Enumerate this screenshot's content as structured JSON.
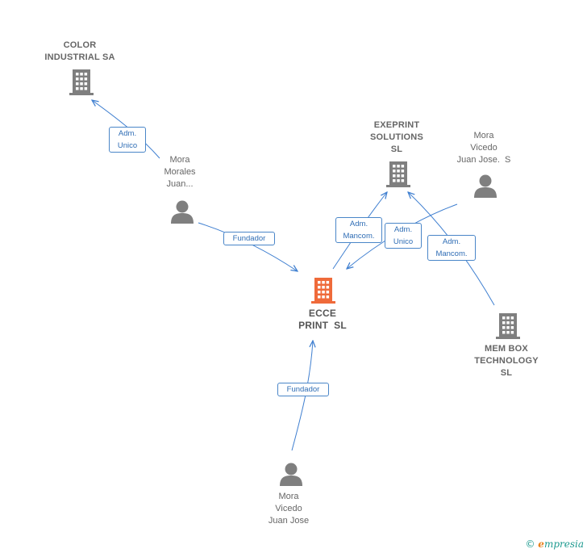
{
  "nodes": {
    "color_industrial": {
      "label": "COLOR\nINDUSTRIAL SA",
      "icon": "building-icon",
      "color": "#7f7f7f"
    },
    "exeprint": {
      "label": "EXEPRINT\nSOLUTIONS\nSL",
      "icon": "building-icon",
      "color": "#7f7f7f"
    },
    "ecce_print": {
      "label": "ECCE\nPRINT  SL",
      "icon": "building-icon",
      "color": "#ef6a3a"
    },
    "mem_box": {
      "label": "MEM BOX\nTECHNOLOGY\nSL",
      "icon": "building-icon",
      "color": "#7f7f7f"
    },
    "mora_morales": {
      "label": "Mora\nMorales\nJuan...",
      "icon": "person-icon",
      "color": "#7f7f7f"
    },
    "mora_vicedo_s": {
      "label": "Mora\nVicedo\nJuan Jose.  S",
      "icon": "person-icon",
      "color": "#7f7f7f"
    },
    "mora_vicedo": {
      "label": "Mora\nVicedo\nJuan Jose",
      "icon": "person-icon",
      "color": "#7f7f7f"
    }
  },
  "edges": [
    {
      "id": "mora_morales_to_color",
      "label": "Adm.\nUnico"
    },
    {
      "id": "mora_morales_to_ecce",
      "label": "Fundador"
    },
    {
      "id": "ecce_to_exeprint",
      "label": "Adm.\nMancom."
    },
    {
      "id": "mora_vicedo_s_to_ecce",
      "label": "Adm.\nUnico"
    },
    {
      "id": "mem_box_to_exeprint",
      "label": "Adm.\nMancom."
    },
    {
      "id": "mora_vicedo_to_ecce",
      "label": "Fundador"
    }
  ],
  "edge_color": "#3f7fd0",
  "footer": {
    "copyright": "©",
    "brand_e": "e",
    "brand_rest": "mpresia"
  }
}
